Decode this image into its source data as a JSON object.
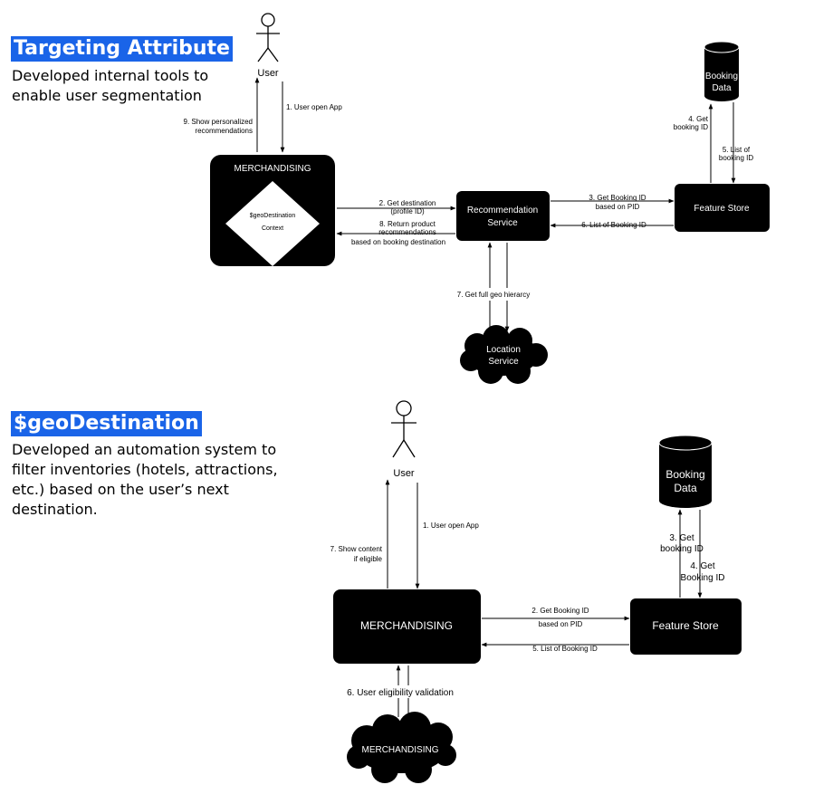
{
  "section1": {
    "heading": "Targeting Attribute",
    "description": [
      "Developed internal tools to",
      "enable user segmentation"
    ],
    "nodes": {
      "user": "User",
      "merchandising": "MERCHANDISING",
      "context": [
        "$geoDestination",
        "Context"
      ],
      "recommendation_service": [
        "Recommendation",
        "Service"
      ],
      "feature_store": "Feature Store",
      "booking_data": [
        "Booking",
        "Data"
      ],
      "location_service": [
        "Location",
        "Service"
      ]
    },
    "edges": {
      "user_open_app": "1. User open App",
      "get_destination": [
        "2. Get destination",
        "(profile ID)"
      ],
      "get_booking_id": [
        "3. Get Booking ID",
        "based on PID"
      ],
      "get_booking_id_db": [
        "4. Get",
        "booking ID"
      ],
      "list_booking_id_db": [
        "5. List of",
        "booking ID"
      ],
      "list_booking_id": "6. List of Booking ID",
      "full_geo_hierarchy": "7. Get full geo hierarcy",
      "return_recommendations": [
        "8. Return product",
        "recommendations",
        "based on booking destination"
      ],
      "show_recommendations": [
        "9. Show personalized",
        "recommendations"
      ]
    }
  },
  "section2": {
    "heading": "$geoDestination",
    "description": [
      "Developed an automation system to",
      "filter inventories (hotels, attractions,",
      "etc.) based on the user’s next",
      "destination."
    ],
    "nodes": {
      "user": "User",
      "merchandising": "MERCHANDISING",
      "feature_store": "Feature Store",
      "booking_data": [
        "Booking",
        "Data"
      ],
      "merchandising_cloud": "MERCHANDISING"
    },
    "edges": {
      "user_open_app": "1. User open App",
      "get_booking_id": [
        "2. Get Booking ID",
        "based on PID"
      ],
      "get_booking_id_db": [
        "3. Get",
        "booking ID"
      ],
      "get_booking_id_db2": [
        "4. Get",
        "Booking ID"
      ],
      "list_booking_id": "5. List of Booking ID",
      "eligibility_validation": "6. User eligibility validation",
      "show_content": [
        "7. Show content",
        "if eligible"
      ]
    }
  },
  "colors": {
    "heading_bg": "#1a64e8",
    "node_fill": "#000000",
    "node_text": "#ffffff",
    "line": "#000000"
  }
}
